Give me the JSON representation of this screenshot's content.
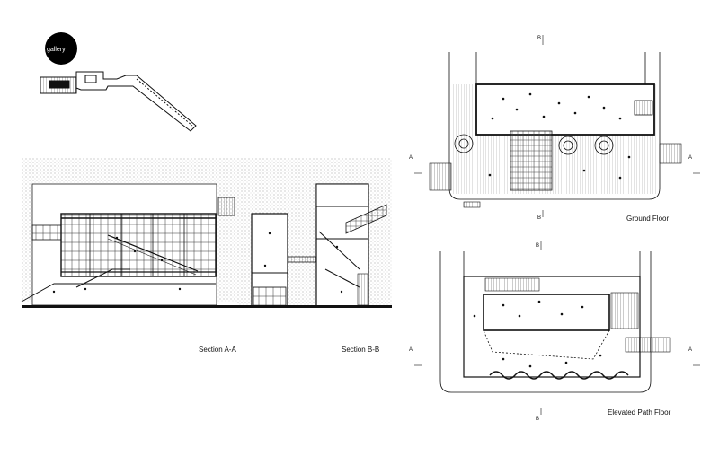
{
  "badge": {
    "label": "gallery"
  },
  "sections": {
    "a_a": {
      "title": "Section A-A"
    },
    "b_b": {
      "title": "Section B-B"
    }
  },
  "plans": {
    "ground": {
      "title": "Ground Floor"
    },
    "elevated": {
      "title": "Elevated Path Floor"
    }
  },
  "section_marks": {
    "a": "A",
    "b": "B"
  }
}
